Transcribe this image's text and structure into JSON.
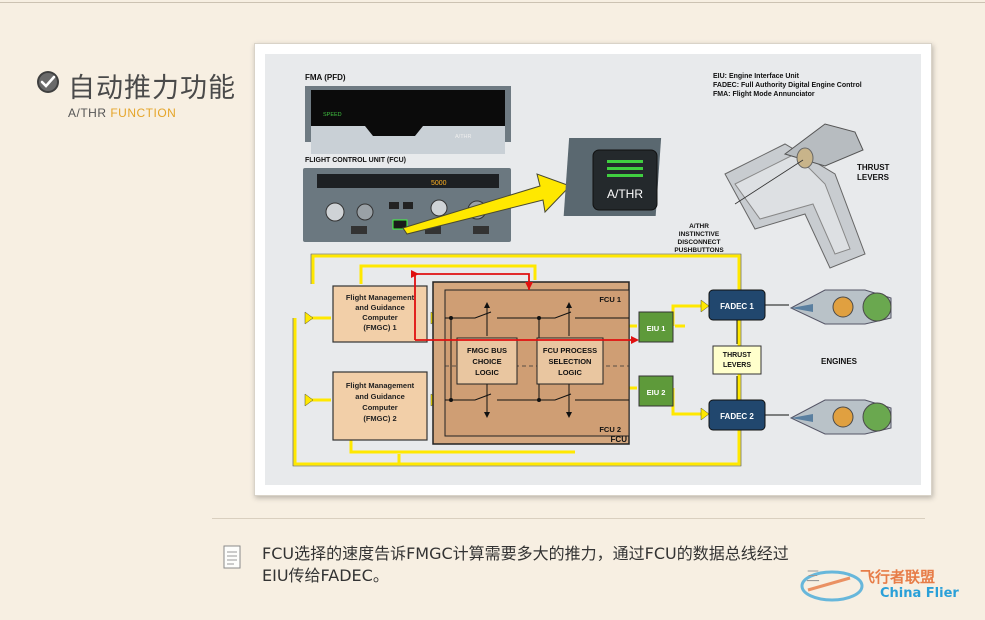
{
  "slide": {
    "title": "自动推力功能",
    "subtitle_prefix": "A/THR ",
    "subtitle_highlight": "FUNCTION",
    "note_line1": "FCU选择的速度告诉FMGC计算需要多大的推力，通过FCU的数据总线经过",
    "note_line2": "EIU传给FADEC。"
  },
  "diagram": {
    "fma_label": "FMA (PFD)",
    "fma_speed": "SPEED",
    "fma_athr": "A/THR",
    "fcu_unit_label": "FLIGHT CONTROL UNIT (FCU)",
    "fcu_display": "5000",
    "athr_button": "A/THR",
    "legend_line1": "EIU: Engine Interface Unit",
    "legend_line2": "FADEC: Full Authority Digital Engine Control",
    "legend_line3": "FMA: Flight Mode Annunciator",
    "thrust_levers_line1": "THRUST",
    "thrust_levers_line2": "LEVERS",
    "disconnect_line1": "A/THR",
    "disconnect_line2": "INSTINCTIVE",
    "disconnect_line3": "DISCONNECT",
    "disconnect_line4": "PUSHBUTTONS",
    "fmgc1_line1": "Flight Management",
    "fmgc1_line2": "and Guidance",
    "fmgc1_line3": "Computer",
    "fmgc1_line4": "(FMGC) 1",
    "fmgc2_line1": "Flight Management",
    "fmgc2_line2": "and Guidance",
    "fmgc2_line3": "Computer",
    "fmgc2_line4": "(FMGC) 2",
    "fcu1": "FCU 1",
    "fcu2": "FCU 2",
    "fcu_main": "FCU",
    "bus_line1": "FMGC BUS",
    "bus_line2": "CHOICE",
    "bus_line3": "LOGIC",
    "proc_line1": "FCU PROCESS",
    "proc_line2": "SELECTION",
    "proc_line3": "LOGIC",
    "eiu1": "EIU 1",
    "eiu2": "EIU 2",
    "fadec1": "FADEC 1",
    "fadec2": "FADEC 2",
    "center_levers_line1": "THRUST",
    "center_levers_line2": "LEVERS",
    "engines": "ENGINES"
  },
  "watermark": {
    "left_text": "三",
    "brand_cn": "飞行者联盟",
    "brand_en": "China Flier"
  },
  "colors": {
    "accent": "#e5a52a",
    "fmgc_box": "#f2cfa8",
    "fcu_box": "#d4a77e",
    "eiu_box": "#5e9a3a",
    "fadec_box": "#21476e",
    "bus_yellow": "#ffe800",
    "signal_red": "#e01010"
  }
}
